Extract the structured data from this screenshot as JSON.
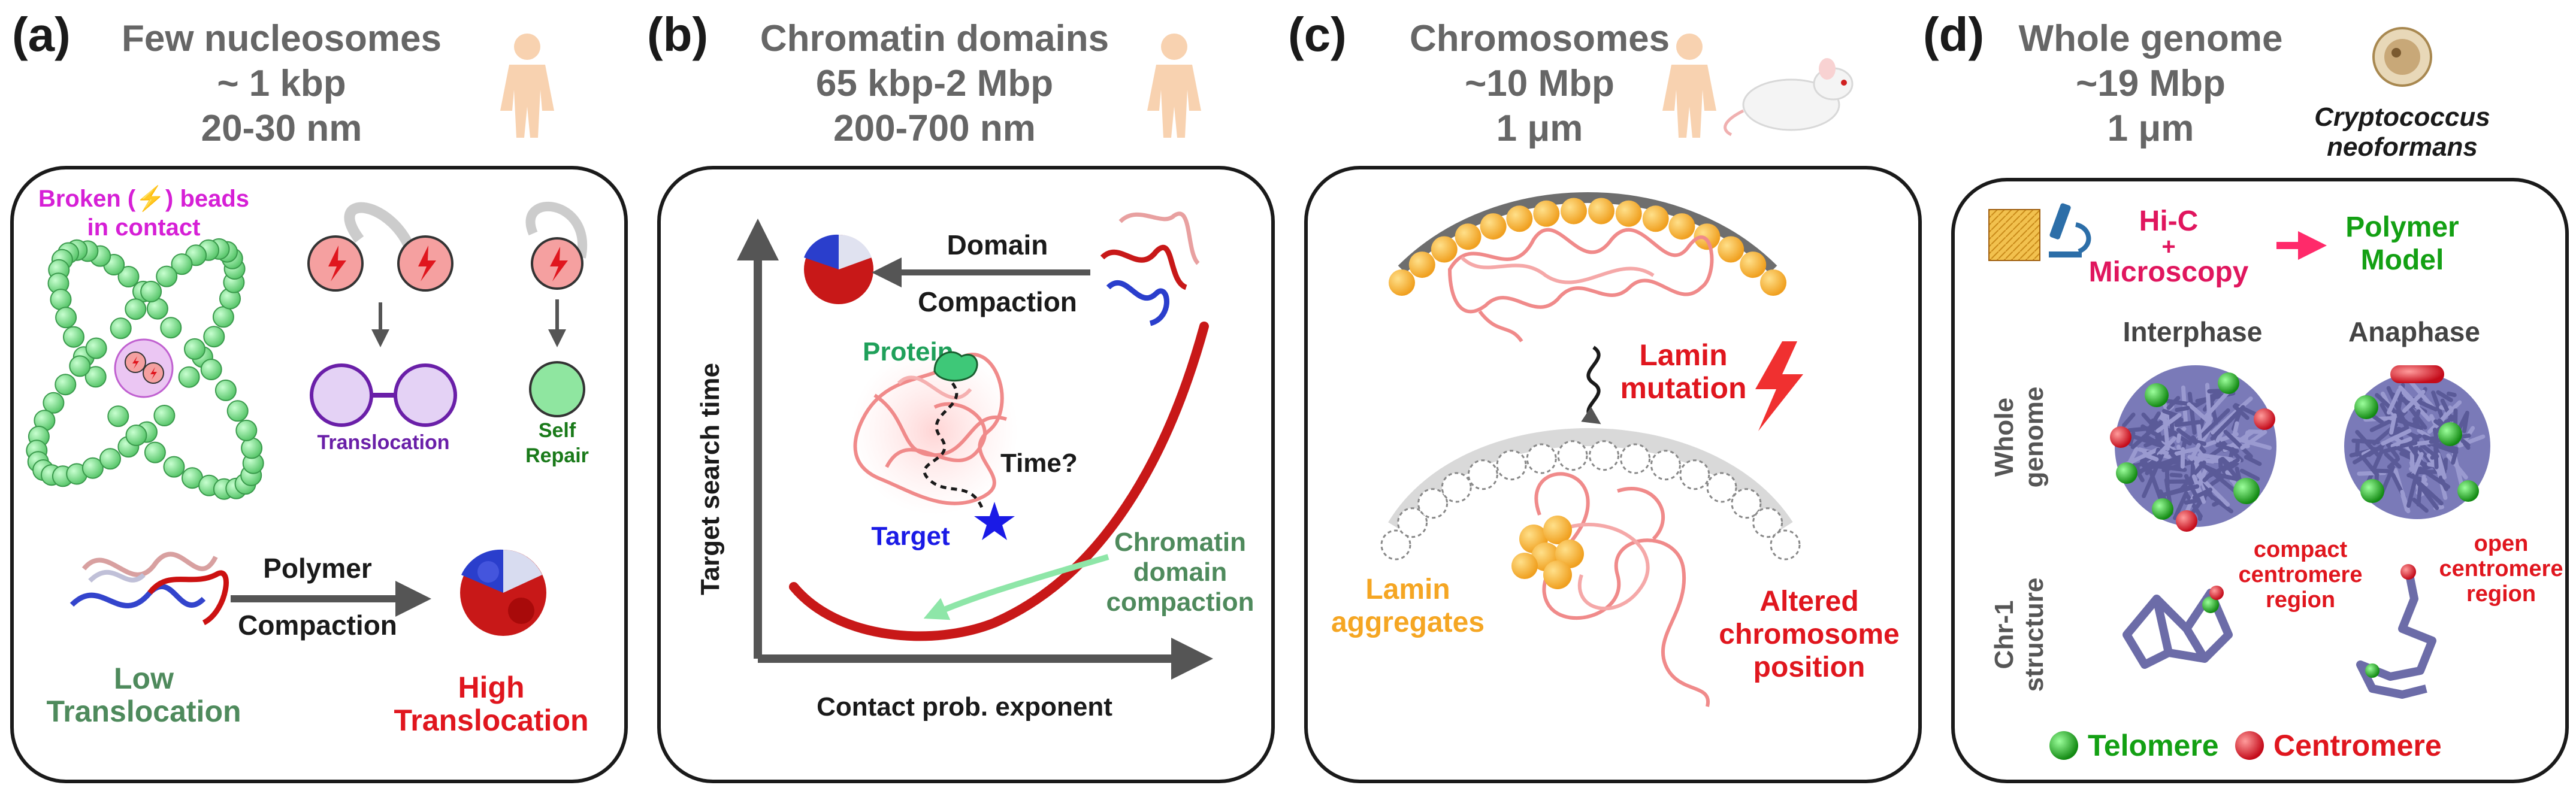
{
  "panels": [
    {
      "letter": "(a)",
      "title_lines": [
        "Few nucleosomes",
        "~ 1 kbp",
        "20-30 nm"
      ],
      "broken_label_lines": [
        "Broken (⚡) beads",
        "in contact"
      ],
      "translocation_label": "Translocation",
      "self_repair_lines": [
        "Self",
        "Repair"
      ],
      "arrow_top_label": "Polymer",
      "arrow_bottom_label": "Compaction",
      "low_lines": [
        "Low",
        "Translocation"
      ],
      "high_lines": [
        "High",
        "Translocation"
      ]
    },
    {
      "letter": "(b)",
      "title_lines": [
        "Chromatin domains",
        "65 kbp-2 Mbp",
        "200-700 nm"
      ],
      "domain_label_lines": [
        "Domain",
        "Compaction"
      ],
      "y_axis_label": "Target search time",
      "x_axis_label": "Contact prob. exponent",
      "protein_label": "Protein",
      "time_label": "Time?",
      "target_label": "Target",
      "chromatin_lines": [
        "Chromatin",
        "domain",
        "compaction"
      ]
    },
    {
      "letter": "(c)",
      "title_lines": [
        "Chromosomes",
        "~10 Mbp",
        "1 μm"
      ],
      "lamin_mutation_lines": [
        "Lamin",
        "mutation"
      ],
      "lamin_aggregates_lines": [
        "Lamin",
        "aggregates"
      ],
      "altered_lines": [
        "Altered",
        "chromosome",
        "position"
      ]
    },
    {
      "letter": "(d)",
      "title_lines": [
        "Whole genome",
        "~19 Mbp",
        "1 μm"
      ],
      "organism_lines": [
        "Cryptococcus",
        "neoformans"
      ],
      "hic_lines": [
        "Hi-C",
        "+",
        "Microscopy"
      ],
      "polymer_model_lines": [
        "Polymer",
        "Model"
      ],
      "interphase_label": "Interphase",
      "anaphase_label": "Anaphase",
      "row1_lines": [
        "Whole",
        "genome"
      ],
      "row2_lines": [
        "Chr-1",
        "structure"
      ],
      "compact_lines": [
        "compact",
        "centromere",
        "region"
      ],
      "open_lines": [
        "open",
        "centromere",
        "region"
      ],
      "telomere_label": "Telomere",
      "centromere_label": "Centromere"
    }
  ],
  "colors": {
    "title_gray": "#666666",
    "magenta": "#d61fd6",
    "purple": "#6a1fa8",
    "dark_green": "#1a7a1a",
    "sage_green": "#4e8a5c",
    "red": "#e0161e",
    "crimson": "#c8102e",
    "blue": "#1a1ae6",
    "orange": "#f5a623",
    "bead_green": "#8fe6a0",
    "bead_red": "#f07a7a",
    "chromatin_pink": "#f07a7a"
  }
}
